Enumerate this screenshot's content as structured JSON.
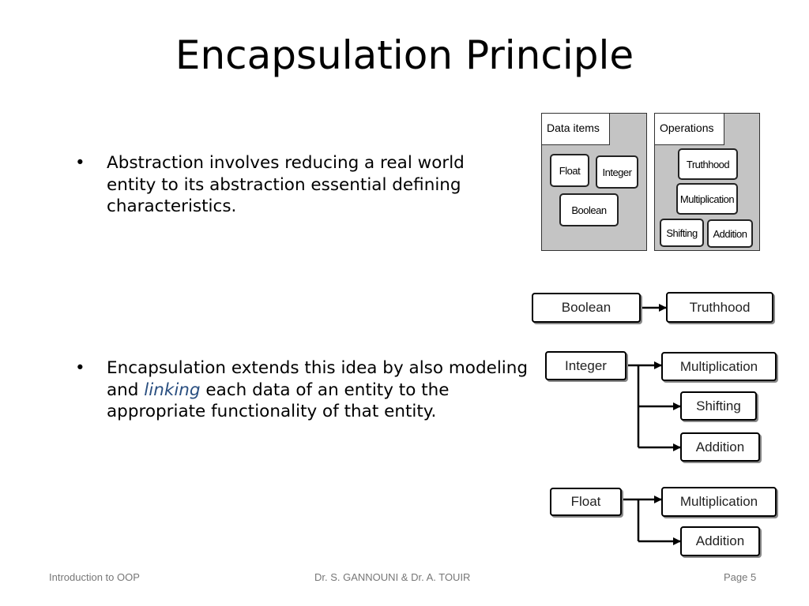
{
  "slide": {
    "title": "Encapsulation Principle",
    "bullets": [
      {
        "text": "Abstraction involves reducing a real world entity to its abstraction essential defining characteristics."
      },
      {
        "before": "Encapsulation extends this idea by also modeling and ",
        "emphasis": "linking",
        "after": " each data of an entity to the appropriate functionality of that entity."
      }
    ],
    "bullet_symbol": "•",
    "emphasis_color": "#2a4f80"
  },
  "diagram_top": {
    "data_panel": {
      "label": "Data items",
      "items": [
        "Float",
        "Integer",
        "Boolean"
      ]
    },
    "ops_panel": {
      "label": "Operations",
      "items": [
        "Truthhood",
        "Multiplication",
        "Shifting",
        "Addition"
      ]
    }
  },
  "diagram_links": {
    "boolean": {
      "source": "Boolean",
      "targets": [
        "Truthhood"
      ]
    },
    "integer": {
      "source": "Integer",
      "targets": [
        "Multiplication",
        "Shifting",
        "Addition"
      ]
    },
    "float": {
      "source": "Float",
      "targets": [
        "Multiplication",
        "Addition"
      ]
    }
  },
  "footer": {
    "left": "Introduction to OOP",
    "center": "Dr. S. GANNOUNI & Dr.  A. TOUIR",
    "right": "Page 5"
  }
}
